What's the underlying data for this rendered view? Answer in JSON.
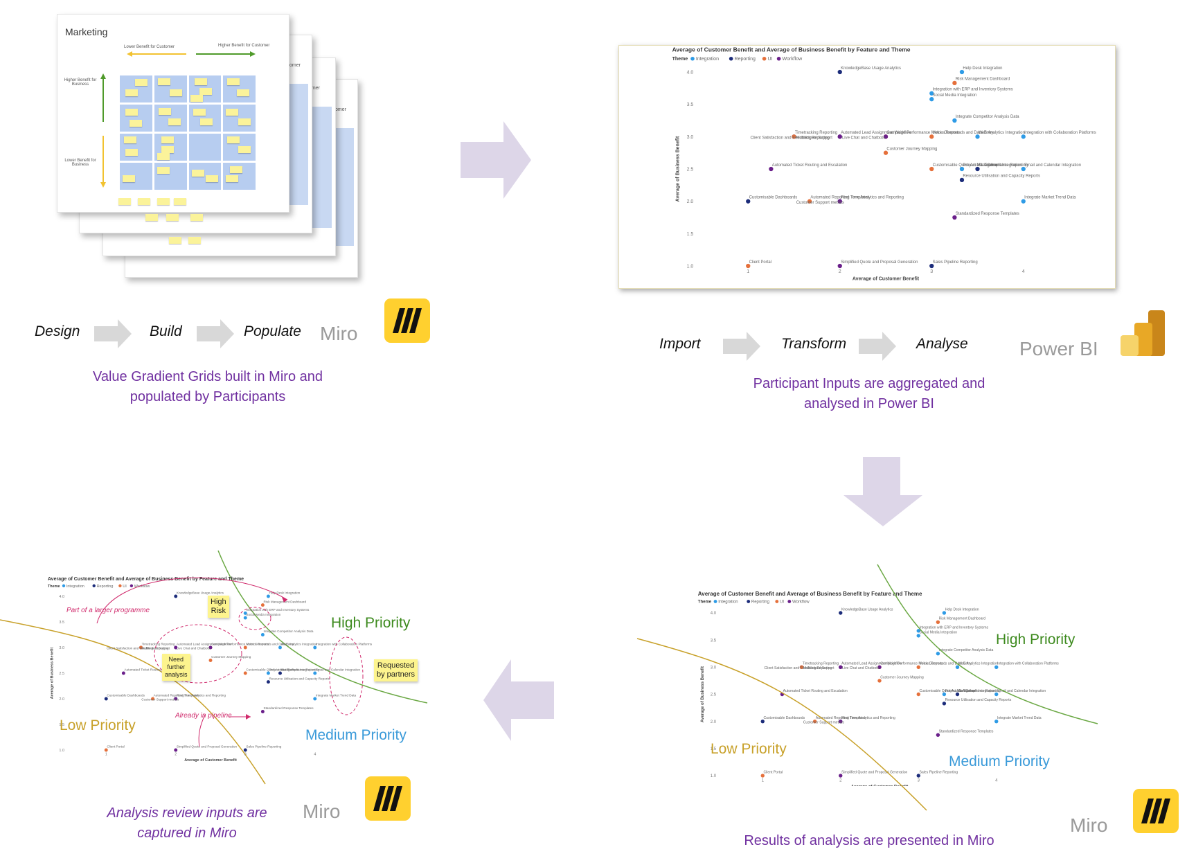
{
  "miro_board": {
    "title": "Marketing",
    "lower_benefit_customer": "Lower Benefit for Customer",
    "higher_benefit_customer": "Higher Benefit for Customer",
    "higher_benefit_business": "Higher Benefit for Business",
    "lower_benefit_business": "Lower Benefit for Business",
    "stacked_fragments": [
      "stomer",
      "tomer",
      "ustomer"
    ]
  },
  "process_miro": {
    "steps": [
      "Design",
      "Build",
      "Populate"
    ],
    "app": "Miro"
  },
  "process_pbi": {
    "steps": [
      "Import",
      "Transform",
      "Analyse"
    ],
    "app": "Power BI"
  },
  "captions": {
    "top_left": [
      "Value Gradient Grids built in Miro and",
      "populated by Participants"
    ],
    "top_right": [
      "Participant Inputs are aggregated and",
      "analysed in Power BI"
    ],
    "bottom_right": "Results of analysis are presented in Miro",
    "bottom_left": [
      "Analysis review inputs are",
      "captured in Miro"
    ]
  },
  "app_labels": {
    "bottom_left": "Miro",
    "bottom_right": "Miro"
  },
  "priorities": {
    "high": "High Priority",
    "medium": "Medium Priority",
    "low": "Low Priority"
  },
  "annotations": {
    "part_of_programme": "Part of a larger programme",
    "already_in_pipeline": "Already in pipeline",
    "high_risk": [
      "High",
      "Risk"
    ],
    "need_analysis": [
      "Need",
      "further",
      "analysis"
    ],
    "requested_partners": [
      "Requested",
      "by partners"
    ]
  },
  "colors": {
    "integration": "#2e9be6",
    "reporting": "#1c2c7a",
    "ui": "#e5703b",
    "workflow": "#6a1f8a",
    "purple_caption": "#7030a0",
    "high": "#3d8a1e",
    "medium": "#3a9ad9",
    "low": "#c8a12a",
    "arrow": "#ddd6e8",
    "miro_yellow": "#ffd02f"
  },
  "chart_data": {
    "type": "scatter",
    "title": "Average of Customer Benefit and Average of Business Benefit by Feature and Theme",
    "legend_title": "Theme",
    "legend_position": "top-left",
    "xlabel": "Average of Customer Benefit",
    "ylabel": "Average of Business Benefit",
    "xlim": [
      0.5,
      4.5
    ],
    "ylim": [
      1.0,
      4.0
    ],
    "x_ticks": [
      1,
      2,
      3,
      4
    ],
    "y_ticks": [
      "1.0",
      "1.5",
      "2.0",
      "2.5",
      "3.0",
      "3.5",
      "4.0"
    ],
    "series": [
      {
        "name": "Integration",
        "color": "#2e9be6",
        "points": [
          {
            "label": "Help Desk Integration",
            "x": 3.33,
            "y": 4.0
          },
          {
            "label": "Integration with ERP and Inventory Systems",
            "x": 3.0,
            "y": 3.67
          },
          {
            "label": "Social Media Integration",
            "x": 3.0,
            "y": 3.58
          },
          {
            "label": "Integrate Competitor Analysis Data",
            "x": 3.25,
            "y": 3.25
          },
          {
            "label": "Web Analytics Integration",
            "x": 3.5,
            "y": 3.0
          },
          {
            "label": "Integration with Collaboration Platforms",
            "x": 4.0,
            "y": 3.0
          },
          {
            "label": "Project Management Integration",
            "x": 3.33,
            "y": 2.5
          },
          {
            "label": "Email and Calendar Integration",
            "x": 4.0,
            "y": 2.5
          },
          {
            "label": "Integrate Market Trend Data",
            "x": 4.0,
            "y": 2.0
          }
        ]
      },
      {
        "name": "Reporting",
        "color": "#1c2c7a",
        "points": [
          {
            "label": "KnowledgeBase Usage Analytics",
            "x": 2.0,
            "y": 4.0
          },
          {
            "label": "SLA Compliance Reporting",
            "x": 3.5,
            "y": 2.5
          },
          {
            "label": "Resource Utilisation and Capacity Reports",
            "x": 3.33,
            "y": 2.33
          },
          {
            "label": "Customisable Dashboards",
            "x": 1.0,
            "y": 2.0
          },
          {
            "label": "Real Time Analytics and Reporting",
            "x": 2.0,
            "y": 2.0
          },
          {
            "label": "Timetracking Reporting",
            "x": 1.5,
            "y": 3.0
          },
          {
            "label": "Sales Pipeline Reporting",
            "x": 3.0,
            "y": 1.0
          }
        ]
      },
      {
        "name": "UI",
        "color": "#e5703b",
        "points": [
          {
            "label": "Risk Management Dashboard",
            "x": 3.25,
            "y": 3.83
          },
          {
            "label": "Campaign Performance Metrics Reports",
            "x": 2.5,
            "y": 3.0
          },
          {
            "label": "Voice Commands and Data Entry",
            "x": 3.0,
            "y": 3.0
          },
          {
            "label": "Customer Journey Mapping",
            "x": 2.5,
            "y": 2.75
          },
          {
            "label": "Client Satisfaction and Feedback Reporting",
            "x": 1.5,
            "y": 3.0
          },
          {
            "label": "Customisable Quick Access Toolbar",
            "x": 3.0,
            "y": 2.5
          },
          {
            "label": "Automated Reporting Templates",
            "x": 1.67,
            "y": 2.0
          },
          {
            "label": "Client Portal",
            "x": 1.0,
            "y": 1.0
          }
        ]
      },
      {
        "name": "Workflow",
        "color": "#6a1f8a",
        "points": [
          {
            "label": "Automated Lead Assignment Workflow",
            "x": 2.0,
            "y": 3.0
          },
          {
            "label": "Live Chat and Chatbots",
            "x": 2.5,
            "y": 3.0
          },
          {
            "label": "Multilingual Support",
            "x": 2.0,
            "y": 3.0
          },
          {
            "label": "Automated Ticket Routing and Escalation",
            "x": 1.25,
            "y": 2.5
          },
          {
            "label": "Customer Support metrics",
            "x": 2.0,
            "y": 2.0
          },
          {
            "label": "Standardized Response Templates",
            "x": 3.25,
            "y": 1.75
          },
          {
            "label": "Simplified Quote and Proposal Generation",
            "x": 2.0,
            "y": 1.0
          }
        ]
      }
    ]
  }
}
